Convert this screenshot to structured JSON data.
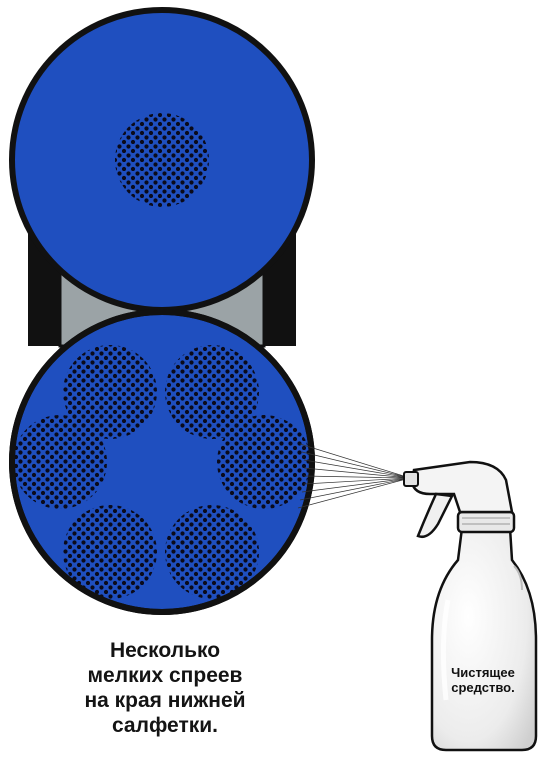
{
  "colors": {
    "pad_blue": "#1f4fbf",
    "outline": "#111111",
    "center_gray": "#9ba3a6",
    "bottle_white": "#f2f2f2"
  },
  "figure": {
    "caption_lines": [
      "Несколько",
      "мелких спреев",
      "на края нижней",
      "салфетки."
    ],
    "bottle_label_lines": [
      "Чистящее",
      "средство."
    ],
    "icons": {
      "top_pad": "top-pad-circle",
      "bottom_pad": "bottom-pad-circle",
      "bottle": "spray-bottle-icon"
    }
  }
}
